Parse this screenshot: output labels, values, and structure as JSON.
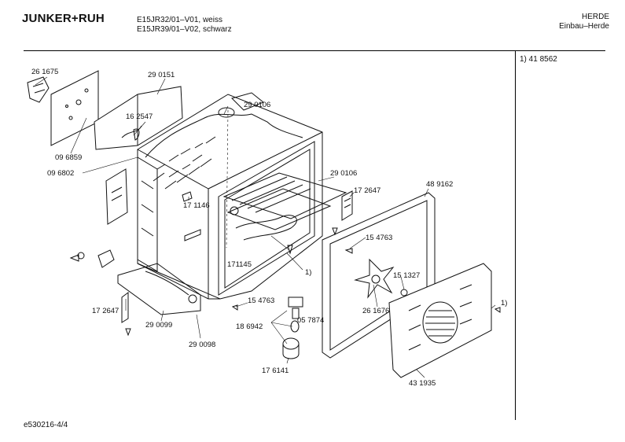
{
  "header": {
    "brand": "JUNKER+RUH",
    "model_lines": [
      "E15JR32/01–V01, weiss",
      "E15JR39/01–V02, schwarz"
    ],
    "category_lines": [
      "HERDE",
      "Einbau–Herde"
    ]
  },
  "notes": [
    "1) 41 8562"
  ],
  "footer": {
    "doc_id": "e530216-4/4"
  },
  "parts": [
    "26 1675",
    "29 0151",
    "16 2547",
    "29 0106",
    "09 6859",
    "09 6802",
    "29 0106",
    "17 2647",
    "48 9162",
    "17 1146",
    "15 4763",
    "171145",
    "1)",
    "15 1327",
    "26 1676",
    "15 4763",
    "17 2647",
    "29 0099",
    "29 0098",
    "18 6942",
    "05 7874",
    "1)",
    "17 6141",
    "43 1935"
  ]
}
